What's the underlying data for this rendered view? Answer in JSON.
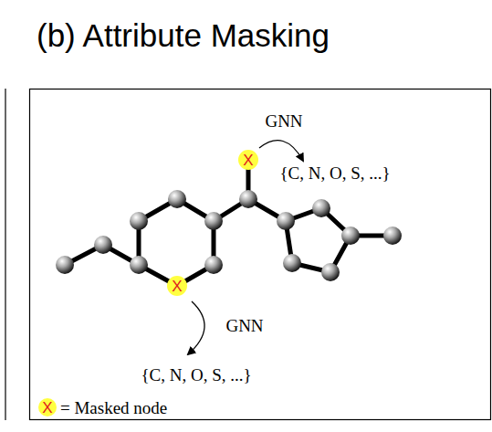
{
  "diagram": {
    "title": "(b) Attribute Masking",
    "labels": [
      "GNN",
      "{C, N, O, S, ...}",
      "GNN",
      "{C, N, O, S, ...}",
      "X",
      "X",
      "X"
    ],
    "legend": [
      {
        "text": "= Masked node"
      }
    ]
  }
}
